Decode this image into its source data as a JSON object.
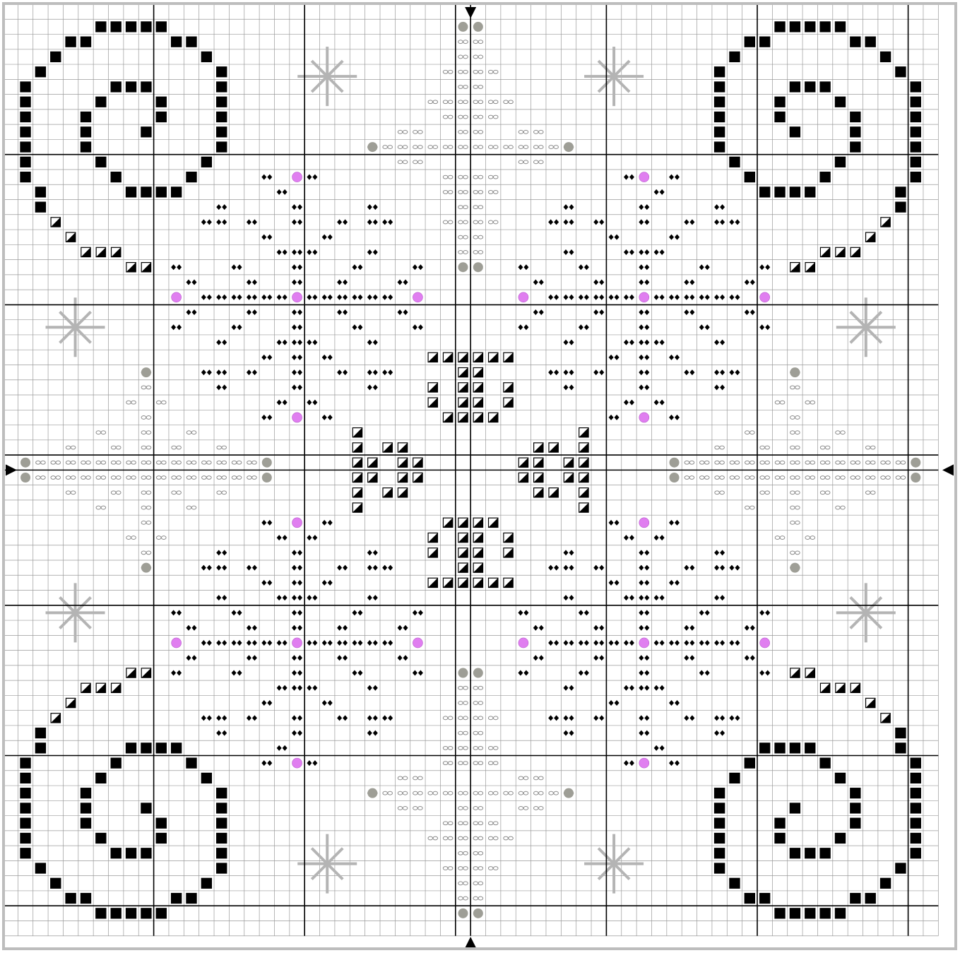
{
  "pattern": {
    "cols": 62,
    "rows": 62,
    "colors": {
      "background": "#ffffff",
      "grid_minor": "#9a9a9a",
      "grid_major": "#000000",
      "frame": "#bdbdbd",
      "solid_square": "#000000",
      "gray_dot": "#9e9e96",
      "purple_dot": "#e07ef0",
      "star": "#b4b4b4",
      "center_arrow": "#000000"
    },
    "symbols": [
      {
        "key": "solid-square",
        "icon": "filled-square-icon"
      },
      {
        "key": "half-square",
        "icon": "diagonal-half-square-icon"
      },
      {
        "key": "double-diamond",
        "icon": "double-diamond-icon"
      },
      {
        "key": "infinity",
        "icon": "infinity-loop-icon"
      },
      {
        "key": "gray-dot",
        "icon": "gray-french-knot-icon"
      },
      {
        "key": "purple-dot",
        "icon": "purple-french-knot-icon"
      },
      {
        "key": "star",
        "icon": "asterisk-star-icon"
      }
    ]
  }
}
